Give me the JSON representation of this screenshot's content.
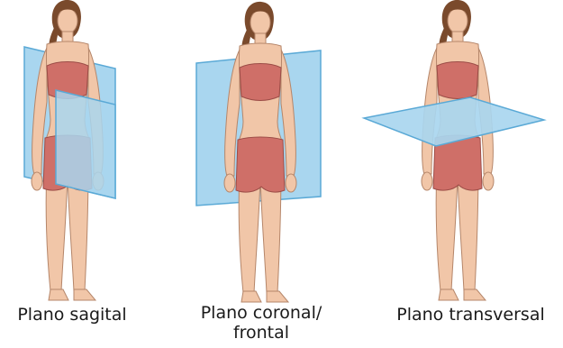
{
  "panels": [
    {
      "plane": "sagittal",
      "caption_line1": "Plano sagital",
      "caption_line2": ""
    },
    {
      "plane": "coronal",
      "caption_line1": "Plano coronal/",
      "caption_line2": "frontal"
    },
    {
      "plane": "transverse",
      "caption_line1": "Plano transversal",
      "caption_line2": ""
    }
  ],
  "colors": {
    "plane_fill": "#a9d6ef",
    "plane_stroke": "#5aa9d6",
    "skin": "#f1c6a8",
    "skin_stroke": "#b5866a",
    "clothing": "#cf6f68",
    "hair": "#7a4a2c"
  }
}
